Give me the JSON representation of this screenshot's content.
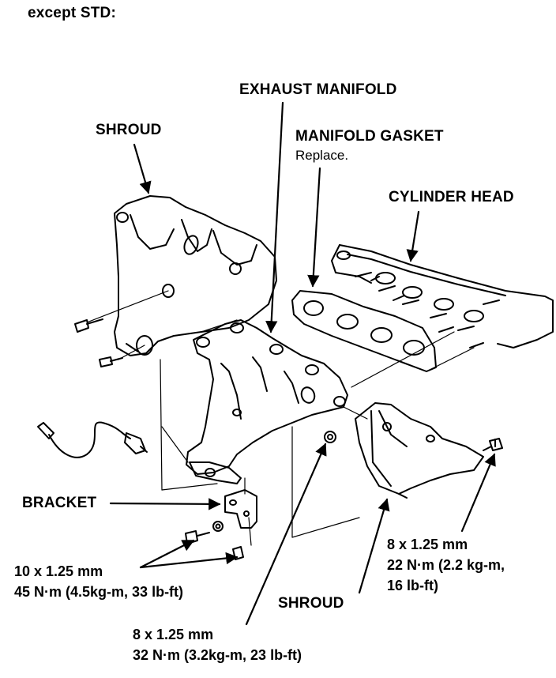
{
  "header": {
    "title": "except STD:"
  },
  "labels": {
    "exhaust_manifold": "EXHAUST MANIFOLD",
    "shroud_upper": "SHROUD",
    "manifold_gasket": "MANIFOLD GASKET",
    "manifold_gasket_note": "Replace.",
    "cylinder_head": "CYLINDER HEAD",
    "bracket": "BRACKET",
    "shroud_lower": "SHROUD"
  },
  "specs": {
    "bracket_bolts": {
      "size": "10 x 1.25 mm",
      "torque": "45 N·m (4.5kg-m, 33 lb-ft)"
    },
    "manifold_nut": {
      "size": "8 x 1.25 mm",
      "torque": "32 N·m (3.2kg-m, 23 lb-ft)"
    },
    "shroud_bolt": {
      "size": "8 x 1.25 mm",
      "torque_line1": "22 N·m (2.2 kg-m,",
      "torque_line2": "16 lb-ft)"
    }
  }
}
